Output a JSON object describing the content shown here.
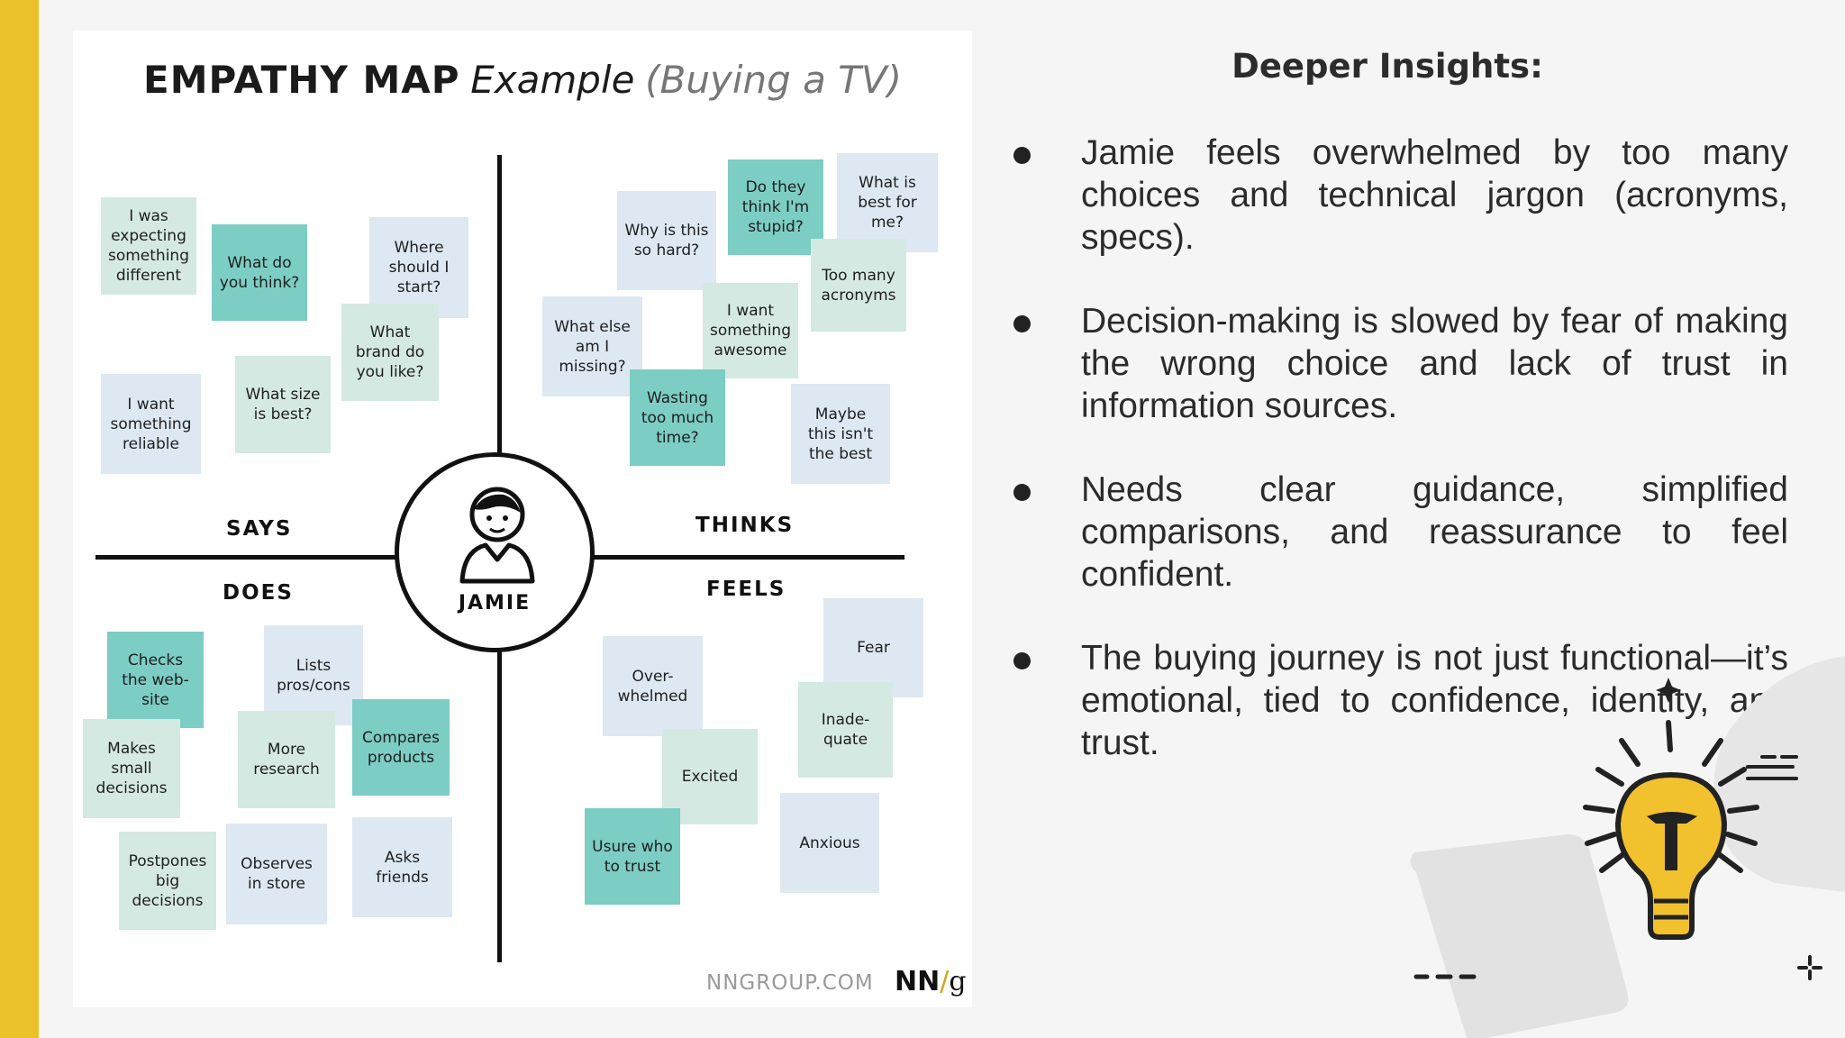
{
  "colors": {
    "accent_bar": "#ecc22b",
    "note_light": "#dde8f2",
    "note_mint": "#d5e9e3",
    "note_teal": "#7ccdc4",
    "bulb_yellow": "#f2c12e"
  },
  "icons": [
    "person-icon",
    "lightbulb-icon",
    "sparkle-icon"
  ],
  "empathy_map": {
    "title_bold": "EMPATHY MAP",
    "title_italic": "Example",
    "title_sub": "(Buying a TV)",
    "persona": "JAMIE",
    "quadrants": {
      "says": "SAYS",
      "thinks": "THINKS",
      "does": "DOES",
      "feels": "FEELS"
    },
    "notes": {
      "says": [
        "I was\nexpecting\nsomething\ndifferent",
        "What do\nyou think?",
        "Where\nshould I\nstart?",
        "What\nbrand do\nyou like?",
        "I want\nsomething\nreliable",
        "What size\nis best?"
      ],
      "thinks": [
        "Why is this\nso hard?",
        "Do they\nthink I'm\nstupid?",
        "What is\nbest for\nme?",
        "Too many\nacronyms",
        "What else\nam I\nmissing?",
        "I want\nsomething\nawesome",
        "Wasting\ntoo much\ntime?",
        "Maybe\nthis isn't\nthe best"
      ],
      "does": [
        "Checks\nthe web-\nsite",
        "Lists\npros/cons",
        "Makes\nsmall\ndecisions",
        "More\nresearch",
        "Compares\nproducts",
        "Postpones\nbig\ndecisions",
        "Observes\nin store",
        "Asks\nfriends"
      ],
      "feels": [
        "Fear",
        "Over-\nwhelmed",
        "Inade-\nquate",
        "Excited",
        "Usure who\nto trust",
        "Anxious"
      ]
    },
    "footer_url": "NNGROUP.COM",
    "footer_logo_nn": "NN",
    "footer_logo_slash": "/",
    "footer_logo_g": "g"
  },
  "insights": {
    "title": "Deeper Insights:",
    "items": [
      "Jamie feels overwhelmed by too many choices and technical jargon (acronyms, specs).",
      "Decision-making is slowed by fear of making the wrong choice and lack of trust in information sources.",
      "Needs clear guidance, simplified comparisons, and reassurance to feel confident.",
      "The buying journey is not just functional—it’s emotional, tied to confidence, identity, and trust."
    ]
  }
}
